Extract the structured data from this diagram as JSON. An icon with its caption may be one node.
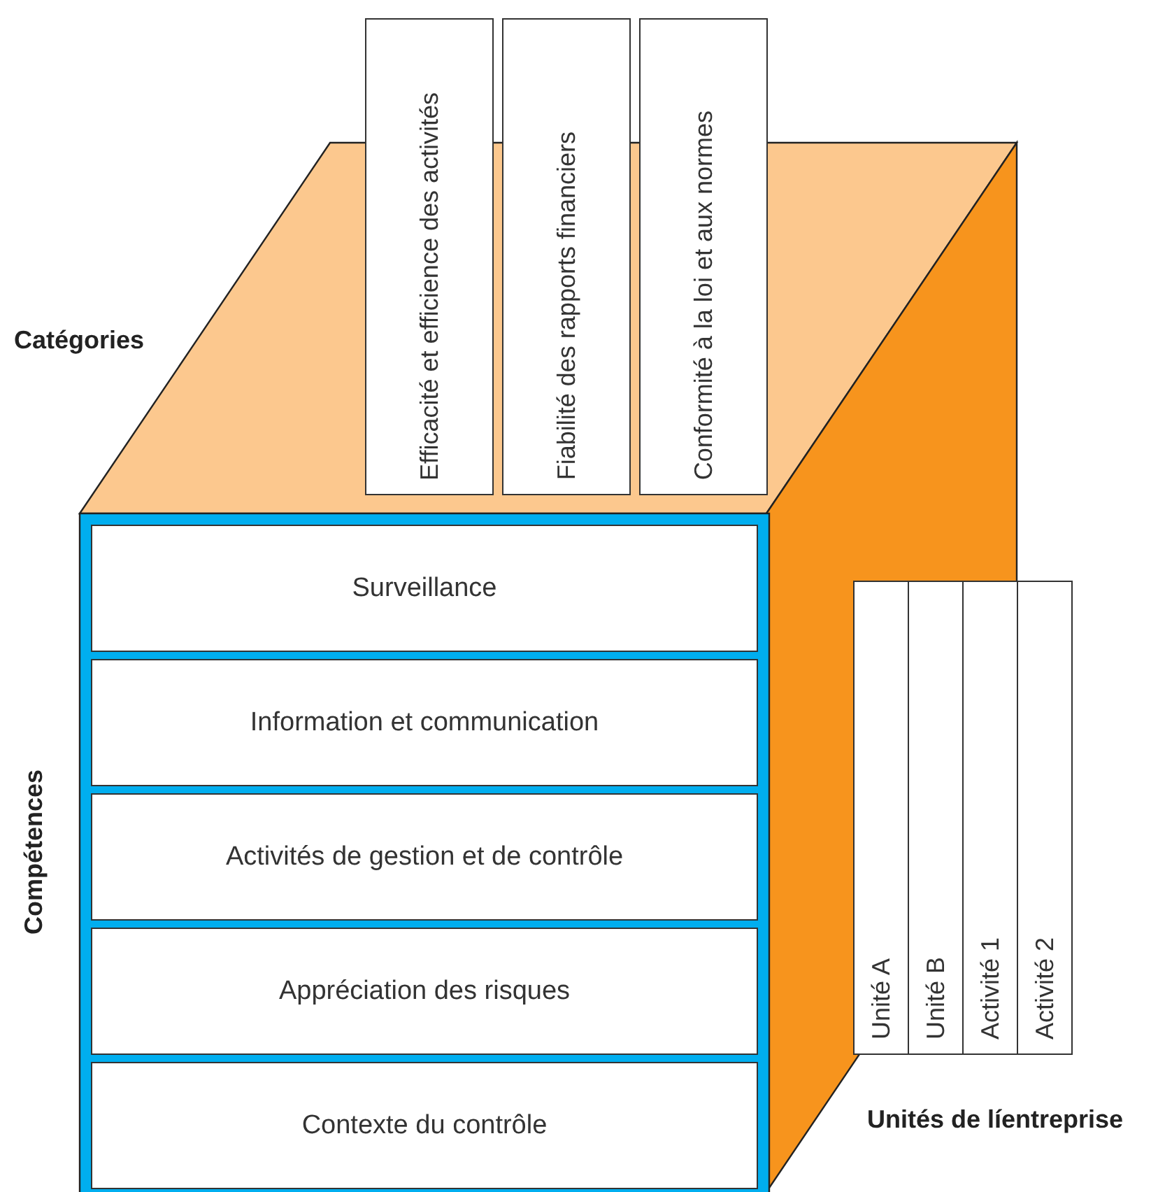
{
  "diagram": {
    "nodes": [
      {
        "text": [
          "Efficacité et efficience des activités"
        ]
      },
      {
        "text": [
          "Fiabilité des rapports financiers"
        ]
      },
      {
        "text": [
          "Conformité à la loi et aux normes"
        ]
      },
      {
        "text": [
          "Surveillance"
        ]
      },
      {
        "text": [
          "Information et communication"
        ]
      },
      {
        "text": [
          "Activités de gestion et de contrôle"
        ]
      },
      {
        "text": [
          "Appréciation des risques"
        ]
      },
      {
        "text": [
          "Contexte du contrôle"
        ]
      },
      {
        "text": [
          "Unité A"
        ]
      },
      {
        "text": [
          "Unité B"
        ]
      },
      {
        "text": [
          "Activité 1"
        ]
      },
      {
        "text": [
          "Activité 2"
        ]
      }
    ],
    "edges": [],
    "labels": [
      "Catégories",
      "Compétences",
      "Unités de líentreprise"
    ]
  }
}
